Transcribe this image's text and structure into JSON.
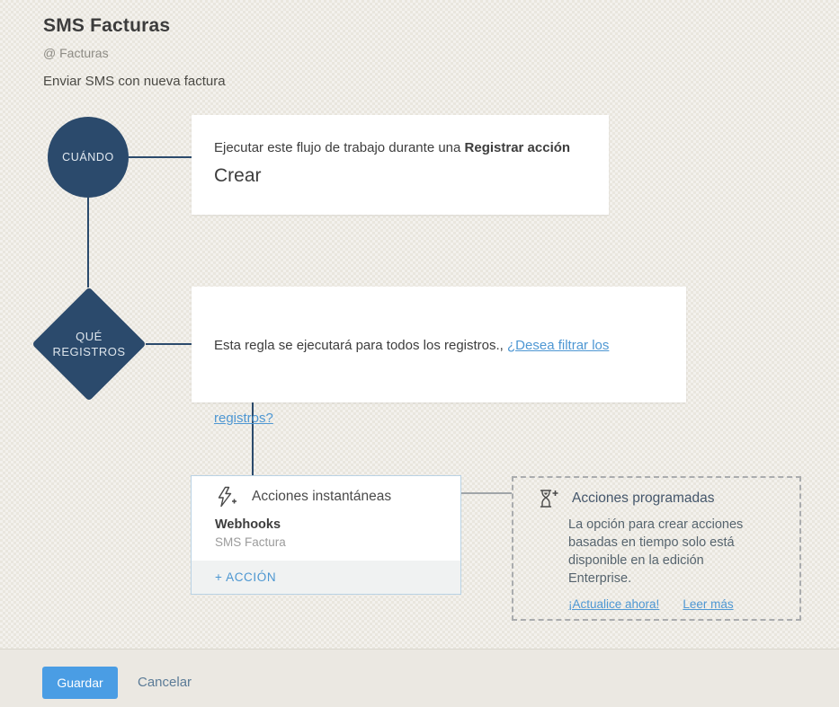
{
  "header": {
    "title": "SMS Facturas",
    "module": "@ Facturas",
    "description": "Enviar SMS con nueva factura"
  },
  "when": {
    "node_label": "CUÁNDO",
    "line_prefix": "Ejecutar este flujo de trabajo durante una ",
    "line_bold": "Registrar acción",
    "value": "Crear"
  },
  "which_records": {
    "node_line1": "QUÉ",
    "node_line2": "REGISTROS",
    "text": "Esta regla se ejecutará para todos los registros., ",
    "filter_link_part1": "¿Desea filtrar los",
    "filter_link_part2": "registros?"
  },
  "instant_actions": {
    "title": "Acciones instantáneas",
    "icon": "lightning-plus-icon",
    "item_title": "Webhooks",
    "item_subtitle": "SMS Factura",
    "add_action_label": "+ ACCIÓN"
  },
  "scheduled_actions": {
    "title": "Acciones programadas",
    "icon": "hourglass-plus-icon",
    "body": "La opción para crear acciones basadas en tiempo solo está disponible en la edición Enterprise.",
    "upgrade_link": "¡Actualice ahora!",
    "read_more_link": "Leer más"
  },
  "footer": {
    "save_label": "Guardar",
    "cancel_label": "Cancelar"
  },
  "colors": {
    "node_navy": "#2b4a6c",
    "link_blue": "#4e97d3",
    "save_button_blue": "#4a9de4",
    "background_beige": "#e9e6de"
  }
}
